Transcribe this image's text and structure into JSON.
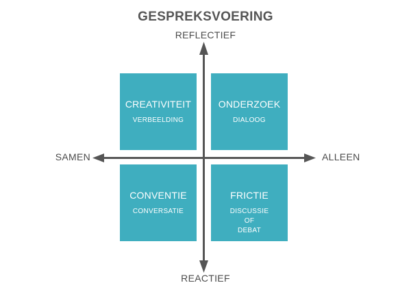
{
  "title": "GESPREKSVOERING",
  "axes": {
    "top": "REFLECTIEF",
    "bottom": "REACTIEF",
    "left": "SAMEN",
    "right": "ALLEEN"
  },
  "quadrants": {
    "top_left": {
      "name": "CREATIVITEIT",
      "sub": "VERBEELDING"
    },
    "top_right": {
      "name": "ONDERZOEK",
      "sub": "DIALOOG"
    },
    "bottom_left": {
      "name": "CONVENTIE",
      "sub": "CONVERSATIE"
    },
    "bottom_right": {
      "name": "FRICTIE",
      "sub": "DISCUSSIE OF DEBAT"
    }
  },
  "colors": {
    "quadrant": "#3faebf",
    "axis": "#555555",
    "text": "#4a4a4a"
  }
}
